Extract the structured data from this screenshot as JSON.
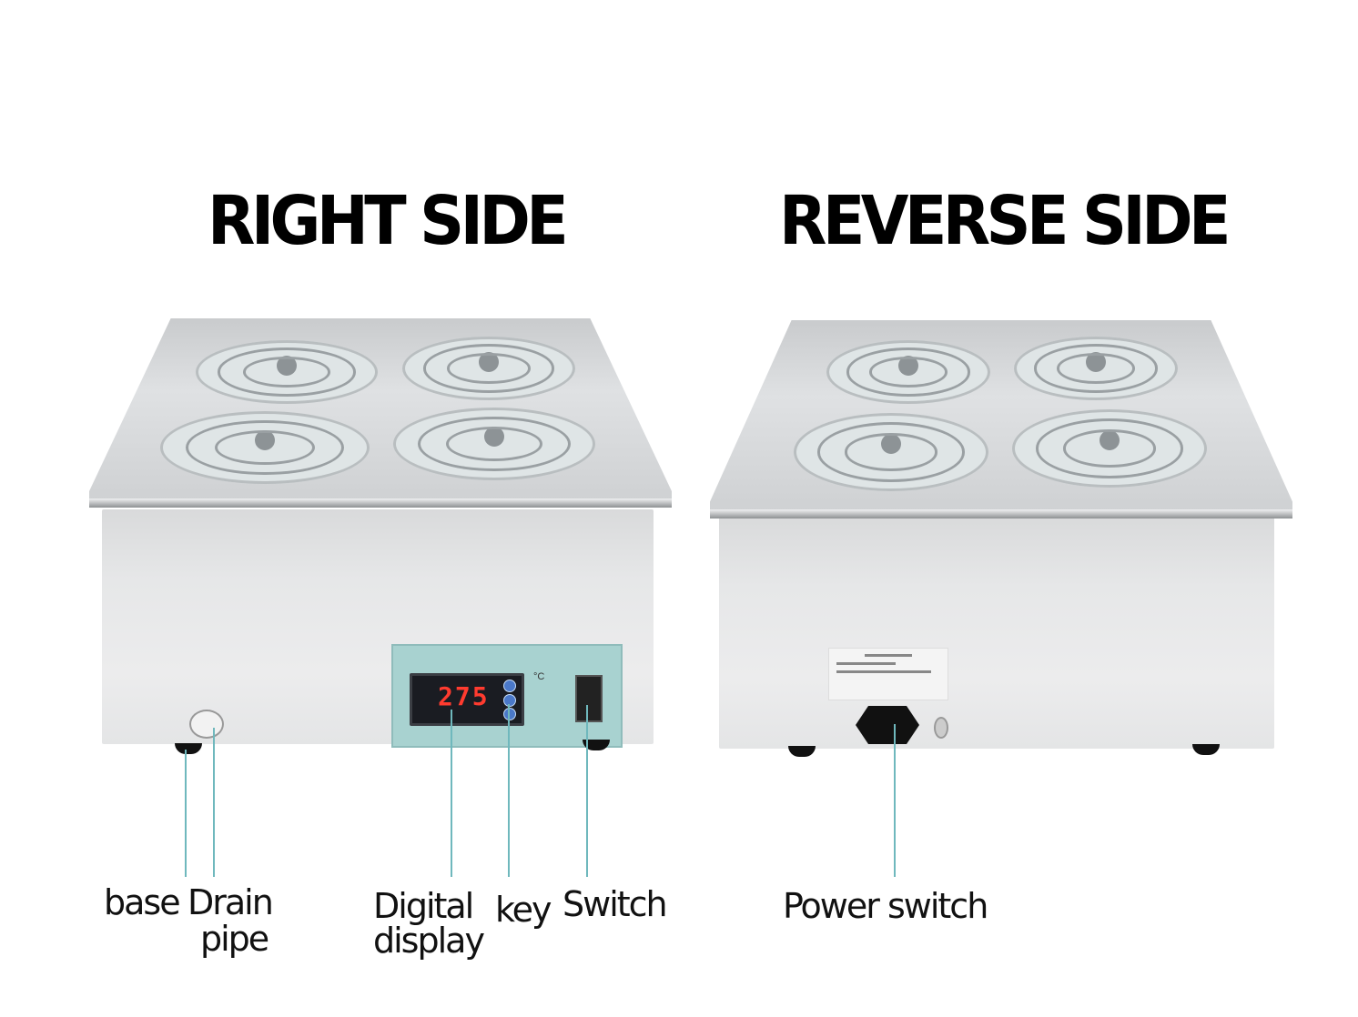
{
  "headings": {
    "left": "RIGHT SIDE",
    "right": "REVERSE SIDE"
  },
  "left_unit": {
    "display_value": "275",
    "display_unit": "°C",
    "labels": {
      "base": "base",
      "drain_pipe_line1": "Drain",
      "drain_pipe_line2": "pipe",
      "digital_display_line1": "Digital",
      "digital_display_line2": "display",
      "key": "key",
      "switch": "Switch"
    }
  },
  "right_unit": {
    "labels": {
      "power_switch": "Power switch"
    }
  },
  "colors": {
    "leader_line": "#6fb8bd",
    "panel": "#a8d2d0",
    "display_digits": "#ff3b2f",
    "text": "#111111"
  }
}
